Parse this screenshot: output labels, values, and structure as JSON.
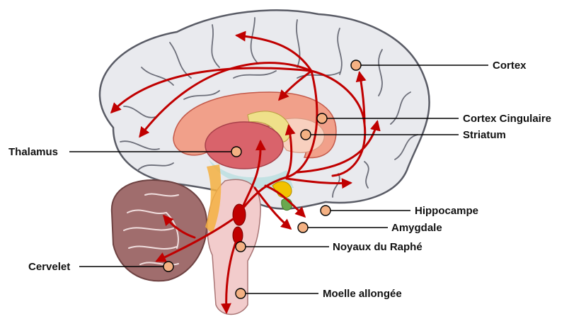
{
  "labels": {
    "cortex": "Cortex",
    "cortex_cingulaire": "Cortex Cingulaire",
    "striatum": "Striatum",
    "thalamus": "Thalamus",
    "hippocampe": "Hippocampe",
    "amygdale": "Amygdale",
    "noyaux_du_raphe": "Noyaux du Raphé",
    "cervelet": "Cervelet",
    "moelle_allongee": "Moelle allongée"
  },
  "colors": {
    "projection_arrow": "#c00000",
    "label_marker": "#f4b183",
    "cortex_tissue": "#e9eaee",
    "cingulate": "#f1a08a",
    "thalamus": "#d9636b",
    "striatum": "#f8d0bf",
    "cerebellum": "#a06d6d",
    "brainstem": "#f2cccc",
    "raphe_nuclei": "#c00000",
    "hippocampus": "#f2c200",
    "amygdala": "#6aa84f"
  }
}
